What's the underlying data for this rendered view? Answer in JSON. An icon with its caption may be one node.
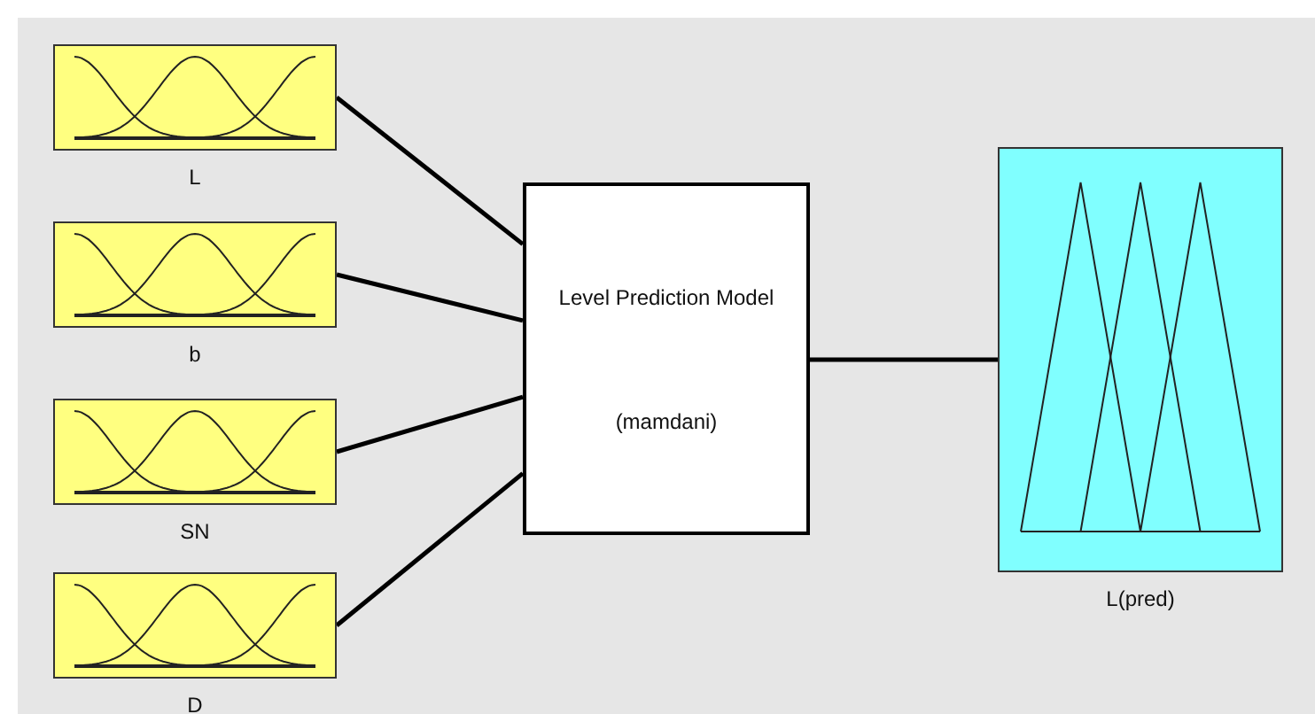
{
  "diagram": {
    "nodes": [
      {
        "text": [
          "L"
        ]
      },
      {
        "text": [
          "b"
        ]
      },
      {
        "text": [
          "SN"
        ]
      },
      {
        "text": [
          "D"
        ]
      },
      {
        "text": [
          "Level Prediction Model",
          "(mamdani)"
        ]
      },
      {
        "text": [
          "L(pred)"
        ]
      }
    ],
    "edges": [
      {
        "from": 0,
        "to": 4,
        "arrow": "none"
      },
      {
        "from": 1,
        "to": 4,
        "arrow": "none"
      },
      {
        "from": 2,
        "to": 4,
        "arrow": "none"
      },
      {
        "from": 3,
        "to": 4,
        "arrow": "none"
      },
      {
        "from": 4,
        "to": 5,
        "arrow": "none"
      }
    ]
  }
}
